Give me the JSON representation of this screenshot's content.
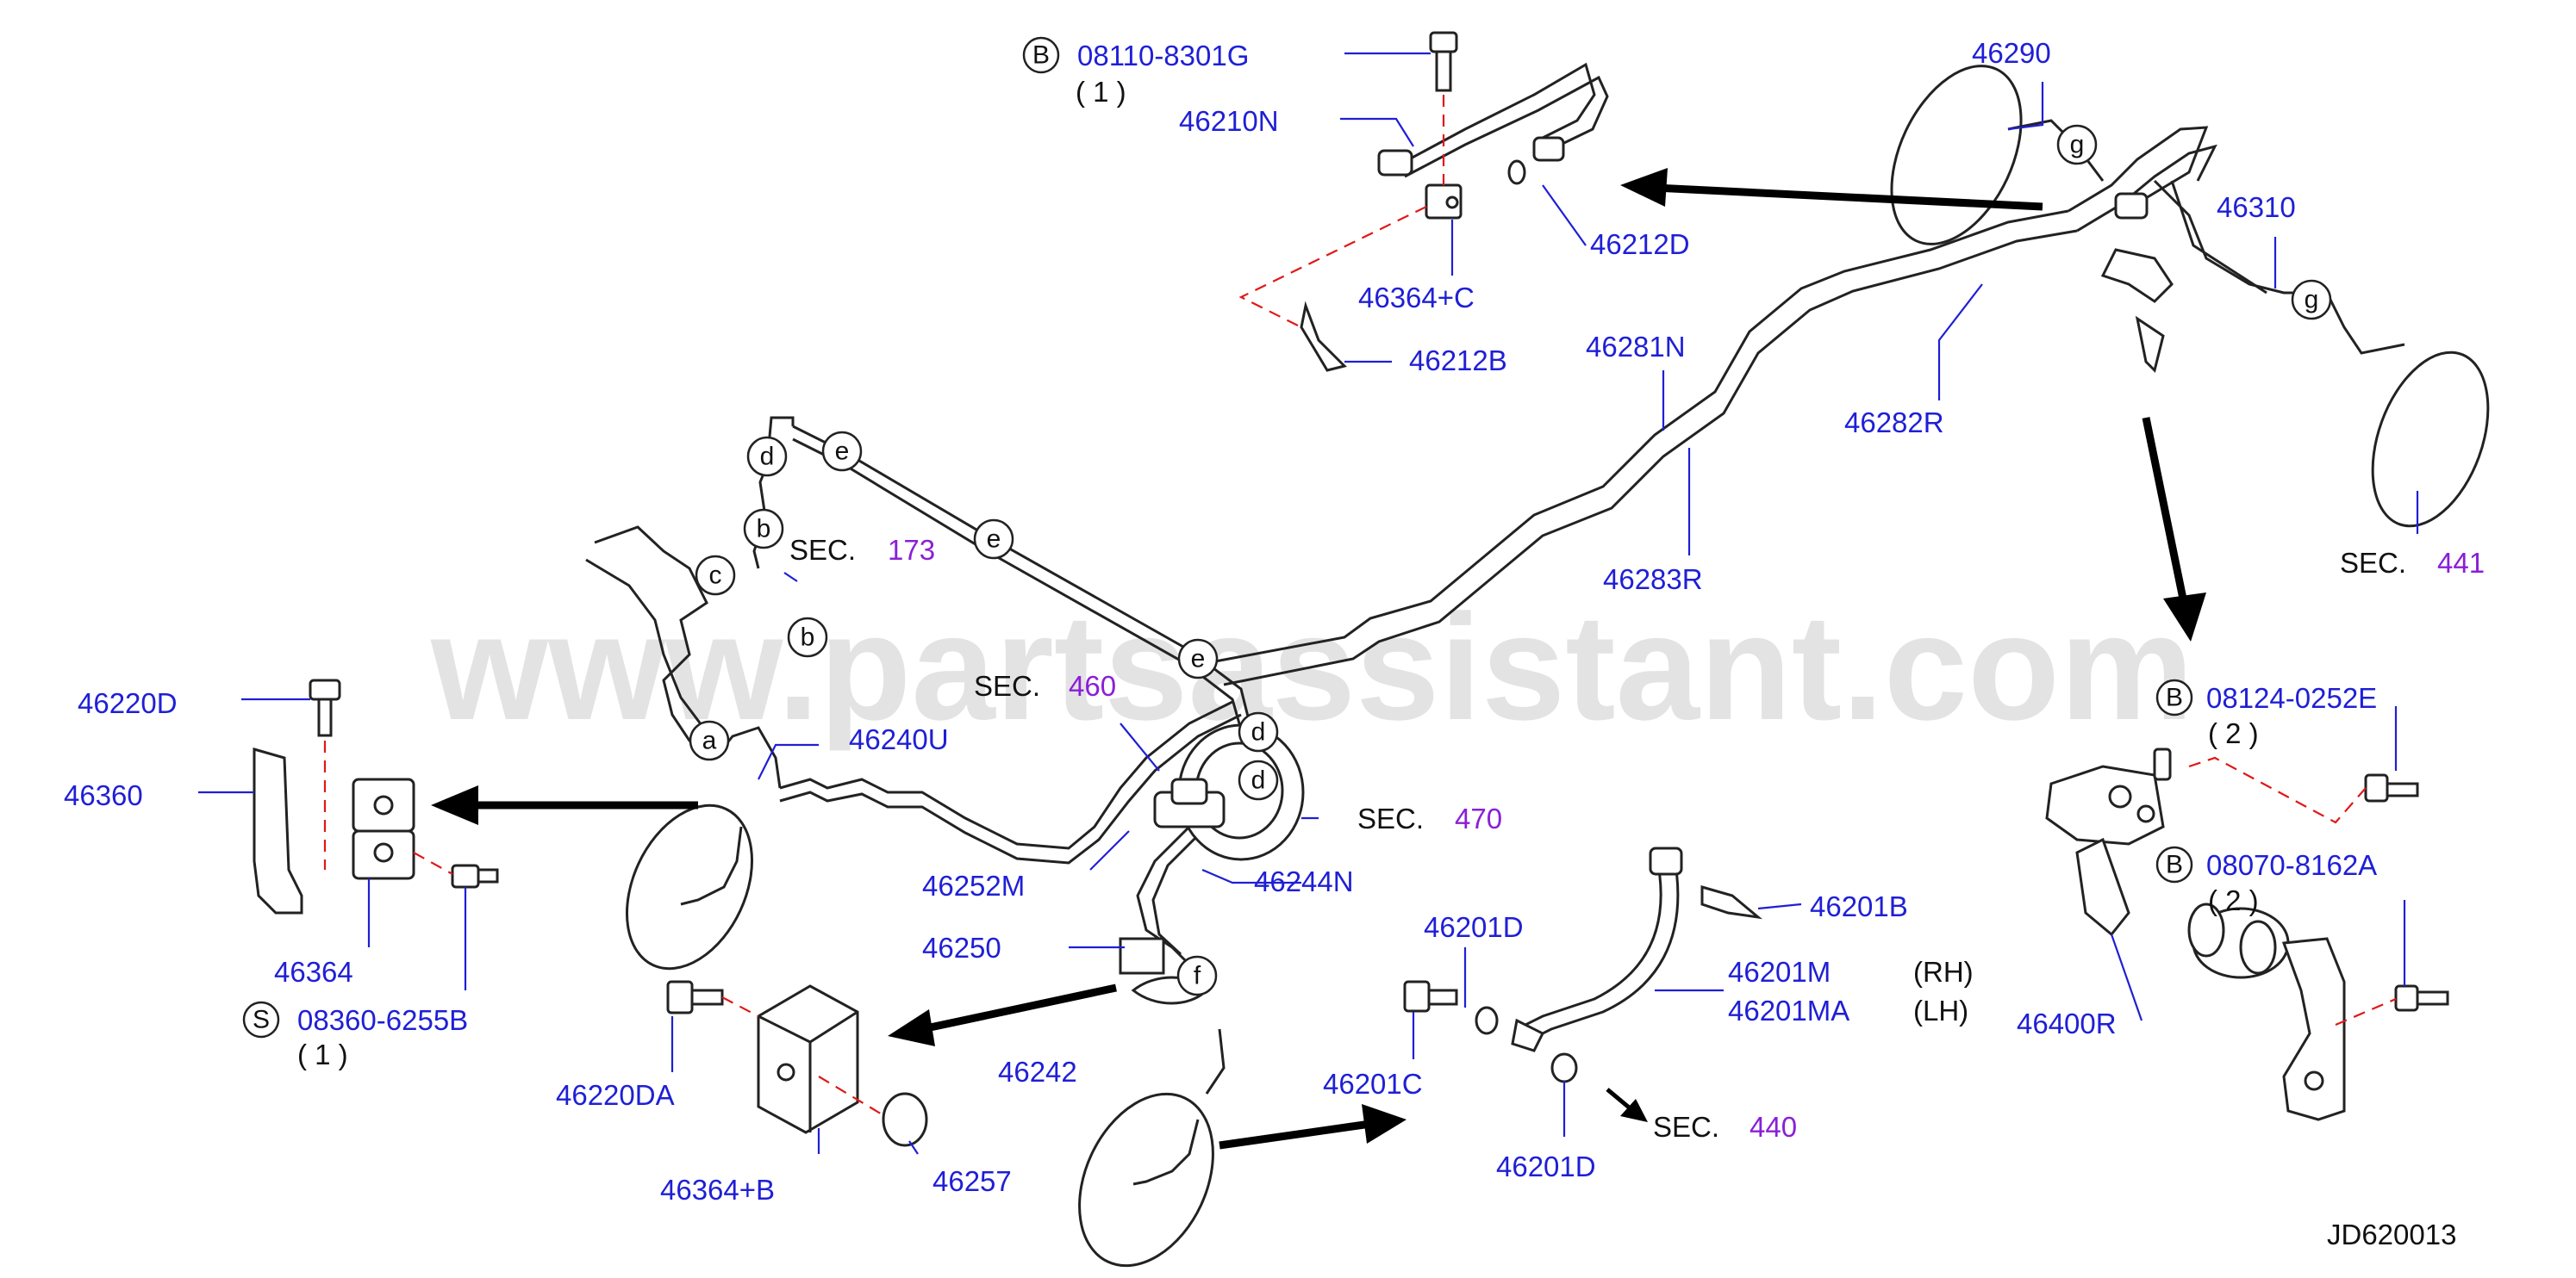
{
  "watermark": "www.partsassistant.com",
  "diagram_code": "JD620013",
  "section_word": "SEC.",
  "sections": {
    "s173": "173",
    "s460": "460",
    "s470": "470",
    "s441": "441",
    "s440": "440"
  },
  "part_labels": {
    "p08110": "08110-8301G",
    "p08110_qty": "( 1 )",
    "p46210N": "46210N",
    "p46212D": "46212D",
    "p46364C": "46364+C",
    "p46212B": "46212B",
    "p46290": "46290",
    "p46310": "46310",
    "p46281N": "46281N",
    "p46282R": "46282R",
    "p46283R": "46283R",
    "p46220D": "46220D",
    "p46360": "46360",
    "p46364": "46364",
    "p08360": "08360-6255B",
    "p08360_qty": "( 1 )",
    "p46240U": "46240U",
    "p46252M": "46252M",
    "p46244N": "46244N",
    "p46250": "46250",
    "p46242": "46242",
    "p46220DA": "46220DA",
    "p46364B": "46364+B",
    "p46257": "46257",
    "p46201D_a": "46201D",
    "p46201C": "46201C",
    "p46201D_b": "46201D",
    "p46201B": "46201B",
    "p46201M": "46201M",
    "p46201MA": "46201MA",
    "rh": "(RH)",
    "lh": "(LH)",
    "p08124": "08124-0252E",
    "p08124_qty": "( 2 )",
    "p08070": "08070-8162A",
    "p08070_qty": "( 2 )",
    "p46400R": "46400R"
  },
  "fastener_marks": {
    "b1": "B",
    "b2": "B",
    "b3": "B",
    "s1": "S"
  },
  "connection_marks": {
    "a": "a",
    "b1": "b",
    "b2": "b",
    "c": "c",
    "d1": "d",
    "d2": "d",
    "d3": "d",
    "e1": "e",
    "e2": "e",
    "e3": "e",
    "f": "f",
    "g1": "g",
    "g2": "g"
  }
}
